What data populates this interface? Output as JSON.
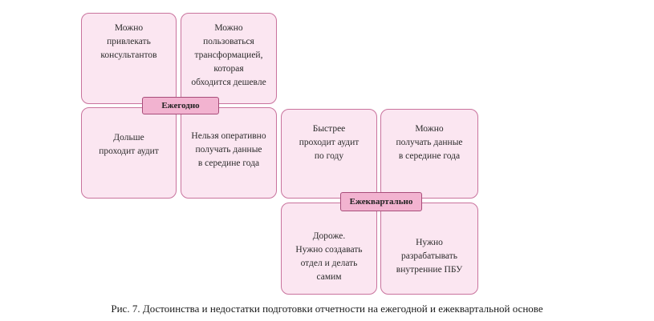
{
  "annual": {
    "label": "Ежегодно",
    "cells": [
      "Можно\nпривлекать\nконсультантов",
      "Можно\nпользоваться\nтрансформацией,\nкоторая\nобходится дешевле",
      "Дольше\nпроходит аудит",
      "Нельзя оперативно\nполучать данные\nв середине года"
    ]
  },
  "quarterly": {
    "label": "Ежеквартально",
    "cells": [
      "Быстрее\nпроходит аудит\nпо году",
      "Можно\nполучать данные\nв середине года",
      "Дороже.\nНужно создавать\nотдел и делать самим",
      "Нужно\nразрабатывать\nвнутренние ПБУ"
    ]
  },
  "caption": "Рис. 7. Достоинства и недостатки подготовки отчетности на ежегодной и ежеквартальной основе",
  "colors": {
    "cell_fill": "#fbe6f1",
    "cell_border": "#c9739d",
    "label_fill": "#f2b3d0",
    "label_border": "#a84d7a"
  }
}
